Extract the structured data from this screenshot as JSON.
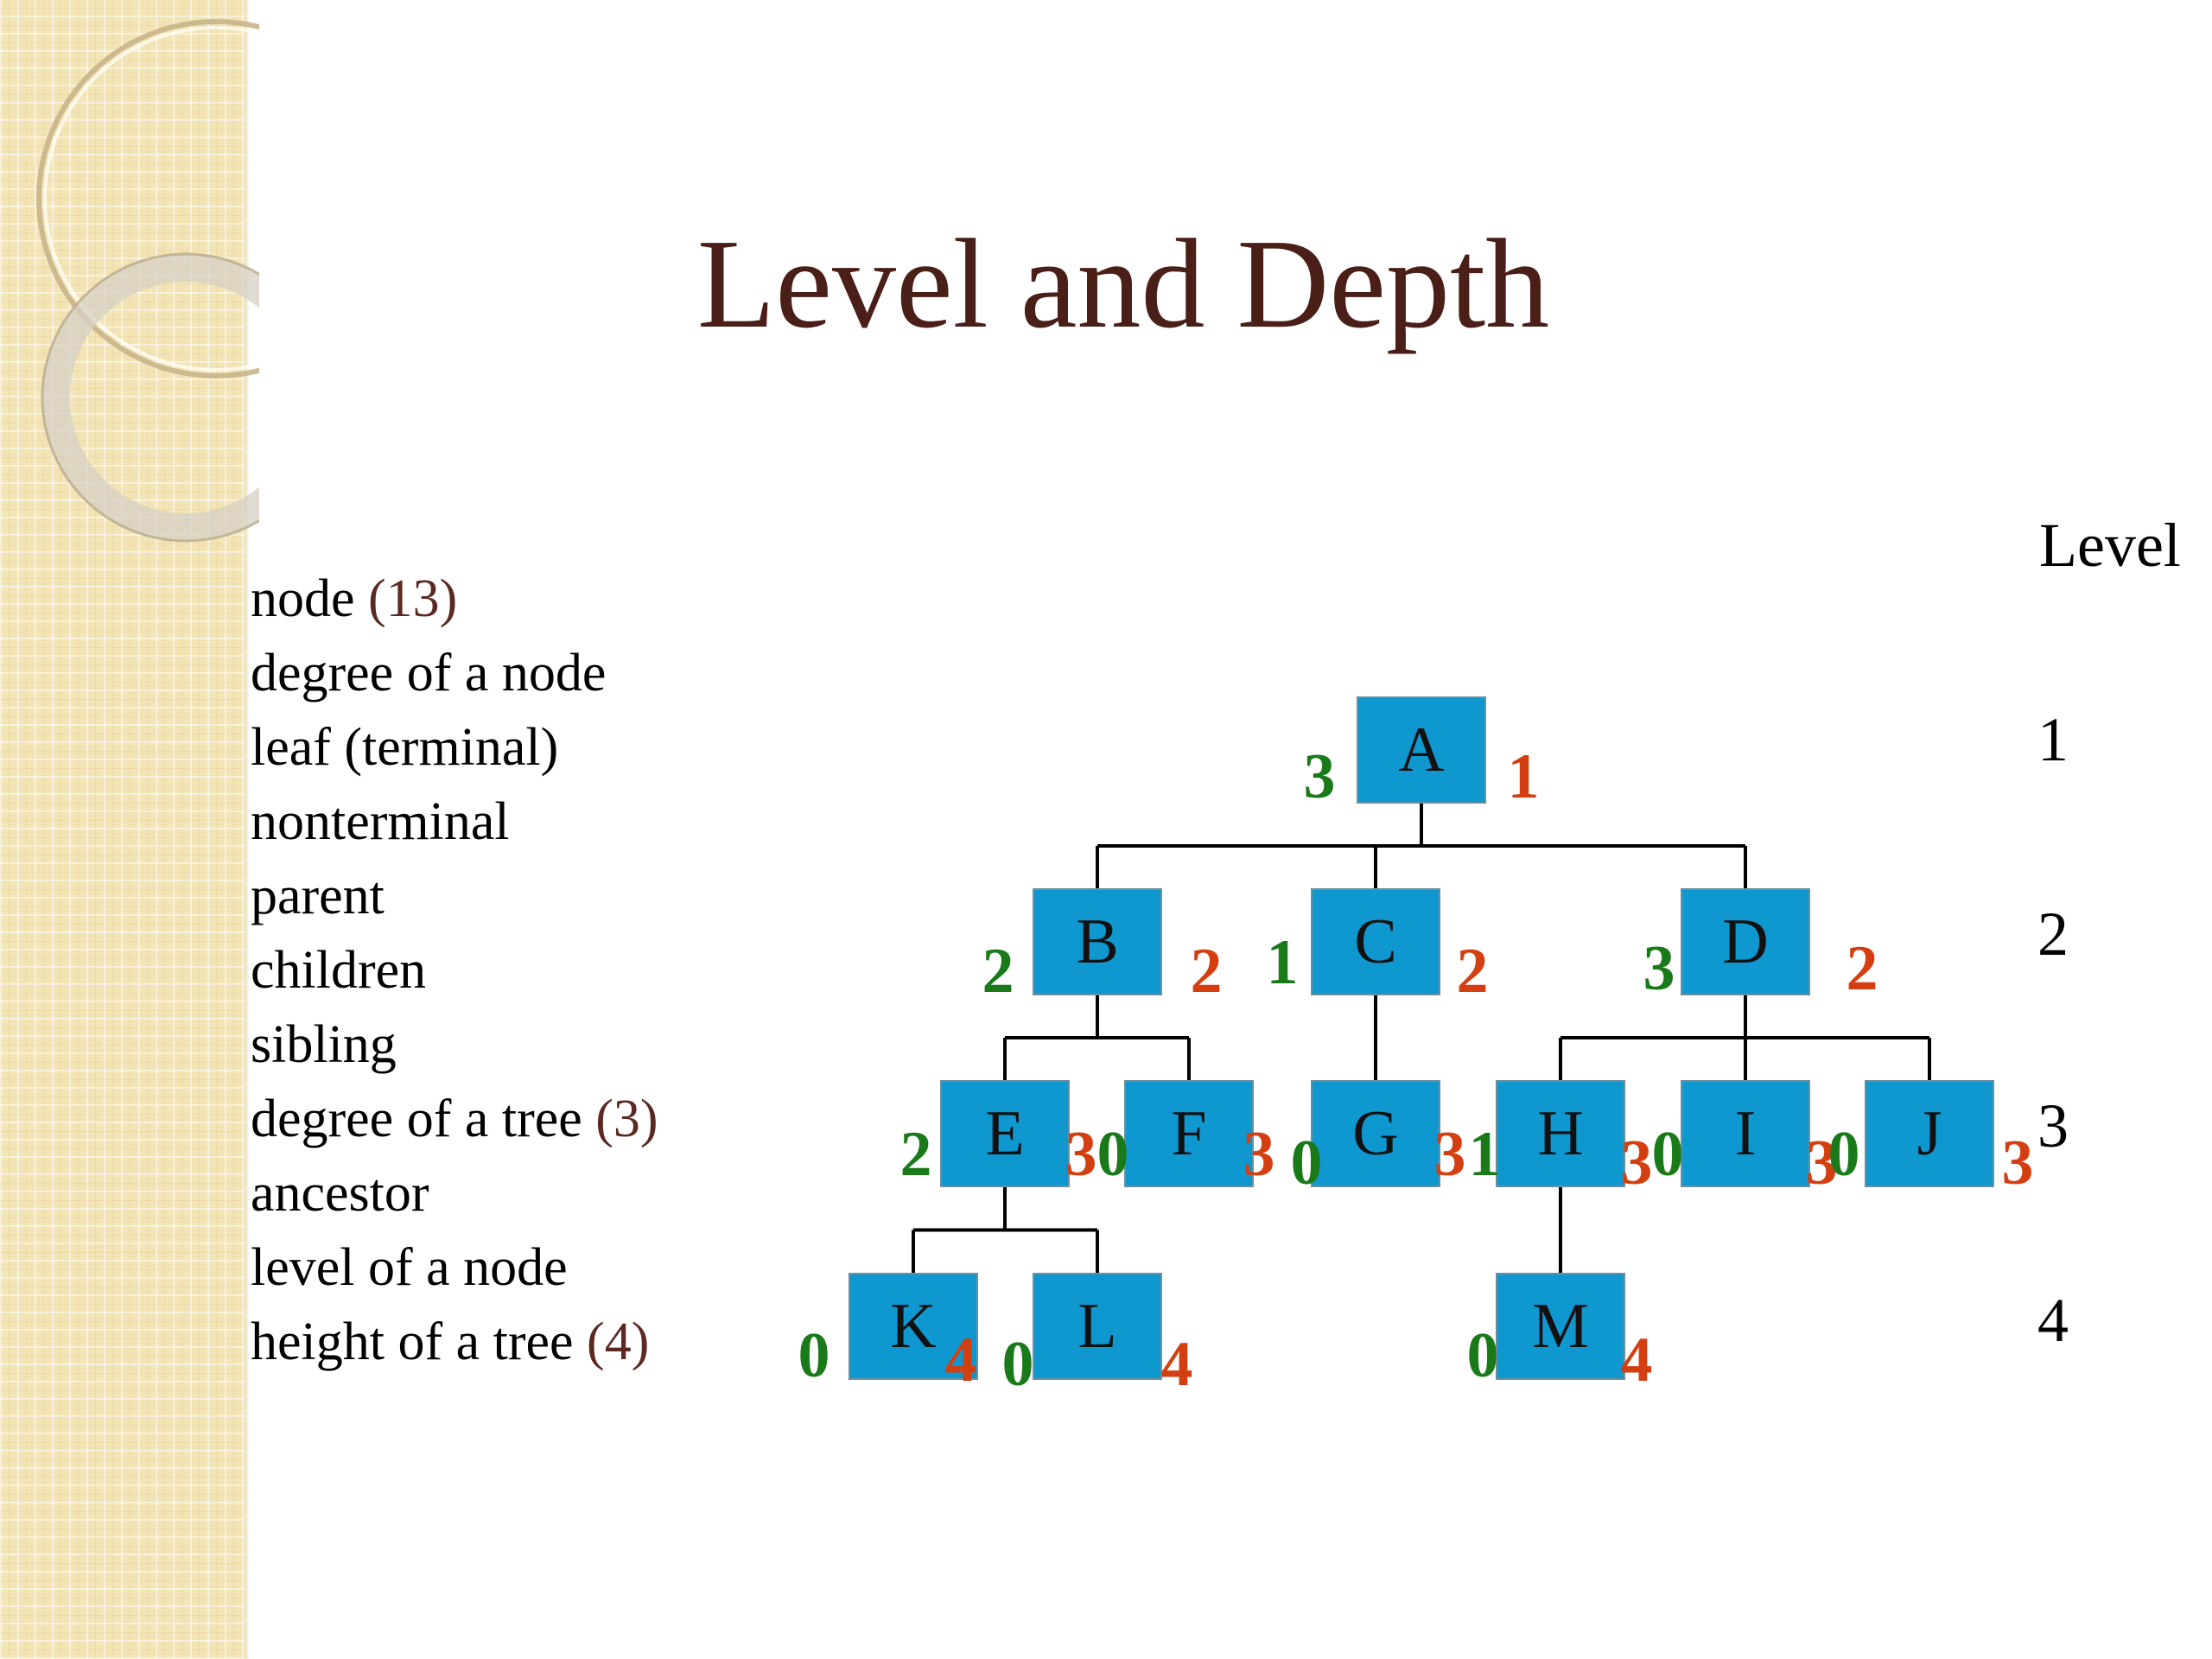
{
  "slide": {
    "title": "Level and Depth"
  },
  "terms": [
    {
      "label": "node",
      "value": "(13)"
    },
    {
      "label": "degree of a node",
      "value": ""
    },
    {
      "label": "leaf (terminal)",
      "value": ""
    },
    {
      "label": "nonterminal",
      "value": ""
    },
    {
      "label": "parent",
      "value": ""
    },
    {
      "label": "children",
      "value": ""
    },
    {
      "label": "sibling",
      "value": ""
    },
    {
      "label": "degree of a tree",
      "value": "(3)"
    },
    {
      "label": "ancestor",
      "value": ""
    },
    {
      "label": "level of a node",
      "value": ""
    },
    {
      "label": "height of a tree",
      "value": "(4)"
    }
  ],
  "levels": {
    "header": "Level",
    "values": [
      "1",
      "2",
      "3",
      "4"
    ]
  },
  "colors": {
    "node_fill": "#0f97cf",
    "degree": "#1a7a1a",
    "level": "#d43f12",
    "title": "#4a1f17",
    "term_value": "#5a2a22"
  },
  "tree": {
    "nodes": [
      {
        "id": "A",
        "degree": "3",
        "level": "1"
      },
      {
        "id": "B",
        "degree": "2",
        "level": "2"
      },
      {
        "id": "C",
        "degree": "1",
        "level": "2"
      },
      {
        "id": "D",
        "degree": "3",
        "level": "2"
      },
      {
        "id": "E",
        "degree": "2",
        "level": "3"
      },
      {
        "id": "F",
        "degree": "0",
        "level": "3"
      },
      {
        "id": "G",
        "degree": "0",
        "level": "3"
      },
      {
        "id": "H",
        "degree": "1",
        "level": "3"
      },
      {
        "id": "I",
        "degree": "0",
        "level": "3"
      },
      {
        "id": "J",
        "degree": "0",
        "level": "3"
      },
      {
        "id": "K",
        "degree": "0",
        "level": "4"
      },
      {
        "id": "L",
        "degree": "0",
        "level": "4"
      },
      {
        "id": "M",
        "degree": "0",
        "level": "4"
      }
    ],
    "edges": [
      [
        "A",
        "B"
      ],
      [
        "A",
        "C"
      ],
      [
        "A",
        "D"
      ],
      [
        "B",
        "E"
      ],
      [
        "B",
        "F"
      ],
      [
        "C",
        "G"
      ],
      [
        "D",
        "H"
      ],
      [
        "D",
        "I"
      ],
      [
        "D",
        "J"
      ],
      [
        "E",
        "K"
      ],
      [
        "E",
        "L"
      ],
      [
        "H",
        "M"
      ]
    ]
  }
}
